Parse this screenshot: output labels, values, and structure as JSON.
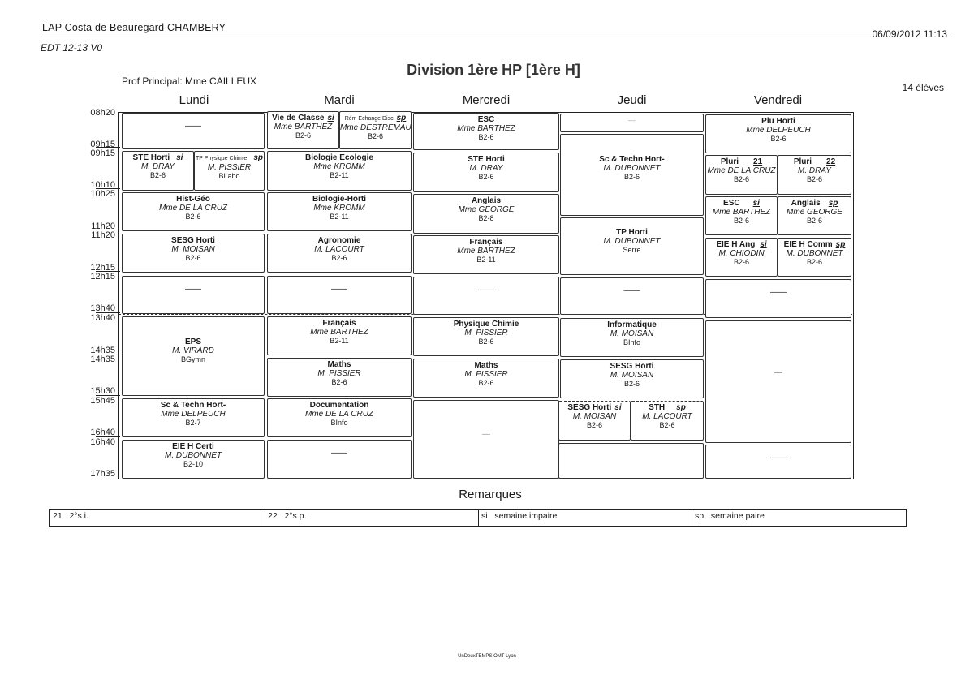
{
  "header": {
    "school": "LAP Costa de Beauregard   CHAMBERY",
    "datetime": "06/09/2012  11:13",
    "version": "EDT 12-13 V0",
    "title": "Division 1ère HP [1ère H]",
    "prof_principal": "Prof Principal: Mme CAILLEUX",
    "students": "14 élèves"
  },
  "days": [
    "Lundi",
    "Mardi",
    "Mercredi",
    "Jeudi",
    "Vendredi"
  ],
  "times": [
    "08h20",
    "09h15",
    "09h15",
    "10h10",
    "10h25",
    "11h20",
    "11h20",
    "12h15",
    "12h15",
    "13h40",
    "13h40",
    "14h35",
    "14h35",
    "15h30",
    "15h45",
    "16h40",
    "16h40",
    "17h35"
  ],
  "lunch_mark": "—",
  "schedule": {
    "lundi": [
      {
        "dash": "——"
      },
      {
        "subject": "STE Horti",
        "week": "si",
        "teacher": "M. DRAY",
        "room": "B2-6"
      },
      {
        "subject": "TP Physique Chimie",
        "week": "sp",
        "teacher": "M. PISSIER",
        "room": "BLabo"
      },
      {
        "subject": "Hist-Géo",
        "teacher": "Mme DE LA CRUZ",
        "room": "B2-6"
      },
      {
        "subject": "SESG Horti",
        "teacher": "M. MOISAN",
        "room": "B2-6"
      },
      {
        "dash": "——"
      },
      {
        "subject": "EPS",
        "teacher": "M. VIRARD",
        "room": "BGymn"
      },
      {
        "subject": "Sc & Techn Hort-",
        "teacher": "Mme DELPEUCH",
        "room": "B2-7"
      },
      {
        "subject": "EIE H Certi",
        "teacher": "M. DUBONNET",
        "room": "B2-10"
      }
    ],
    "mardi": [
      {
        "subject": "Vie de Classe",
        "week": "si",
        "teacher": "Mme BARTHEZ",
        "room": "B2-6"
      },
      {
        "subject": "Rém Echange Disc",
        "week": "sp",
        "teacher": "Mme DESTREMAU",
        "room": "B2-6"
      },
      {
        "subject": "Biologie Ecologie",
        "teacher": "Mme KROMM",
        "room": "B2-11"
      },
      {
        "subject": "Biologie-Horti",
        "teacher": "Mme KROMM",
        "room": "B2-11"
      },
      {
        "subject": "Agronomie",
        "teacher": "M. LACOURT",
        "room": "B2-6"
      },
      {
        "dash": "——"
      },
      {
        "subject": "Français",
        "teacher": "Mme BARTHEZ",
        "room": "B2-11"
      },
      {
        "subject": "Maths",
        "teacher": "M. PISSIER",
        "room": "B2-6"
      },
      {
        "subject": "Documentation",
        "teacher": "Mme DE LA CRUZ",
        "room": "BInfo"
      },
      {
        "dash": "——"
      }
    ],
    "mercredi": [
      {
        "subject": "ESC",
        "teacher": "Mme BARTHEZ",
        "room": "B2-6"
      },
      {
        "subject": "STE Horti",
        "teacher": "M. DRAY",
        "room": "B2-6"
      },
      {
        "subject": "Anglais",
        "teacher": "Mme GEORGE",
        "room": "B2-8"
      },
      {
        "subject": "Français",
        "teacher": "Mme BARTHEZ",
        "room": "B2-11"
      },
      {
        "dash": "——"
      },
      {
        "subject": "Physique Chimie",
        "teacher": "M. PISSIER",
        "room": "B2-6"
      },
      {
        "subject": "Maths",
        "teacher": "M. PISSIER",
        "room": "B2-6"
      },
      {
        "dash": "—"
      }
    ],
    "jeudi": [
      {
        "dash": "—"
      },
      {
        "subject": "Sc & Techn Hort-",
        "teacher": "M. DUBONNET",
        "room": "B2-6"
      },
      {
        "subject": "TP Horti",
        "teacher": "M. DUBONNET",
        "room": "Serre"
      },
      {
        "dash": "——"
      },
      {
        "subject": "Informatique",
        "teacher": "M. MOISAN",
        "room": "BInfo"
      },
      {
        "subject": "SESG Horti",
        "teacher": "M. MOISAN",
        "room": "B2-6"
      },
      {
        "subject": "SESG Horti",
        "week": "si",
        "teacher": "M. MOISAN",
        "room": "B2-6"
      },
      {
        "subject": "STH",
        "week": "sp",
        "teacher": "M. LACOURT",
        "room": "B2-6"
      },
      {
        "dash": ""
      }
    ],
    "vendredi": [
      {
        "subject": "Plu Horti",
        "teacher": "Mme DELPEUCH",
        "room": "B2-6"
      },
      {
        "subject": "Pluri",
        "week": "21",
        "teacher": "Mme DE LA CRUZ",
        "room": "B2-6"
      },
      {
        "subject": "Pluri",
        "week": "22",
        "teacher": "M. DRAY",
        "room": "B2-6"
      },
      {
        "subject": "ESC",
        "week": "si",
        "teacher": "Mme BARTHEZ",
        "room": "B2-6"
      },
      {
        "subject": "Anglais",
        "week": "sp",
        "teacher": "Mme GEORGE",
        "room": "B2-6"
      },
      {
        "subject": "EIE H Ang",
        "week": "si",
        "teacher": "M. CHIODIN",
        "room": "B2-6"
      },
      {
        "subject": "EIE H Comm",
        "week": "sp",
        "teacher": "M. DUBONNET",
        "room": "B2-6"
      },
      {
        "dash": "——"
      },
      {
        "dash": "—"
      },
      {
        "dash": "——"
      }
    ]
  },
  "remarks": {
    "title": "Remarques",
    "items": [
      {
        "code": "21",
        "text": "2°s.i."
      },
      {
        "code": "22",
        "text": "2°s.p."
      },
      {
        "code": "si",
        "text": "semaine impaire"
      },
      {
        "code": "sp",
        "text": "semaine paire"
      }
    ]
  },
  "footer": "UnDeuxTEMPS OMT-Lyon"
}
